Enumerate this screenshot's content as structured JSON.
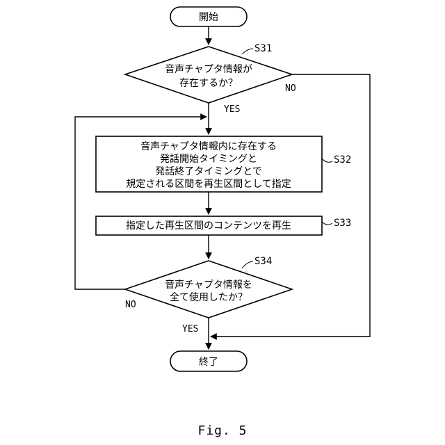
{
  "flowchart": {
    "start": {
      "label": "開始"
    },
    "end": {
      "label": "終了"
    },
    "decision_s31": {
      "step": "S31",
      "lines": [
        "音声チャプタ情報が",
        "存在するか？"
      ],
      "yes_label": "YES",
      "no_label": "NO"
    },
    "process_s32": {
      "step": "S32",
      "lines": [
        "音声チャプタ情報内に存在する",
        "発話開始タイミングと",
        "発話終了タイミングとで",
        "規定される区間を再生区間として指定"
      ]
    },
    "process_s33": {
      "step": "S33",
      "lines": [
        "指定した再生区間のコンテンツを再生"
      ]
    },
    "decision_s34": {
      "step": "S34",
      "lines": [
        "音声チャプタ情報を",
        "全て使用したか？"
      ],
      "yes_label": "YES",
      "no_label": "NO"
    }
  },
  "figure_label": "Fig. 5"
}
